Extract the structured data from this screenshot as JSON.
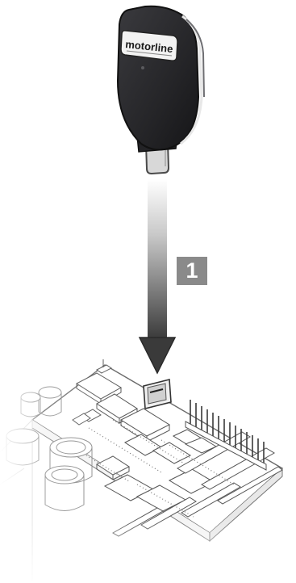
{
  "diagram": {
    "brand_label": "motorline",
    "step_number": "1",
    "arrow_direction": "down",
    "device_icon": "programming-key-icon",
    "board_icon": "control-board-icon",
    "colors": {
      "device_body": "#2b2b2e",
      "badge": "#8a8a8a",
      "arrow_top": "#ffffff",
      "arrow_bottom": "#3a3a3a",
      "board_line": "#555555"
    }
  }
}
